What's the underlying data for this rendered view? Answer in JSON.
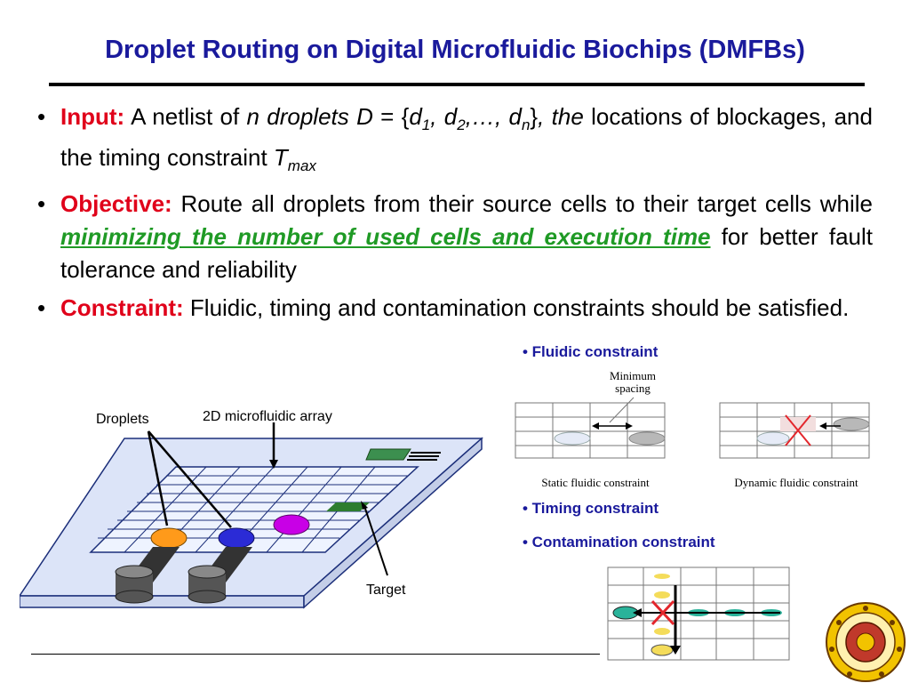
{
  "title": "Droplet Routing on Digital Microfluidic Biochips (DMFBs)",
  "bullets": {
    "input": {
      "label": "Input:",
      "t1": "A netlist of",
      "t2": "n droplets D",
      "t3": " = {",
      "t4": "d",
      "s1": "1",
      "t5": ", d",
      "s2": "2",
      "t6": ",…, d",
      "s3": "n",
      "t7": "}",
      "t8": ", the",
      "t9": "locations of blockages, and the timing constraint",
      "t10": "T",
      "s4": "max"
    },
    "objective": {
      "label": "Objective:",
      "t1": "Route all droplets from their source cells to their target cells while",
      "highlight": "minimizing the number of used cells and execution time",
      "t2": "for better fault tolerance and reliability"
    },
    "constraint": {
      "label": "Constraint:",
      "t1": "Fluidic, timing and contamination constraints should be satisfied."
    }
  },
  "sub_bullets": {
    "fluidic": "• Fluidic constraint",
    "timing": "• Timing constraint",
    "contamination": "• Contamination constraint"
  },
  "fluidic_figure": {
    "min_spacing_line1": "Minimum",
    "min_spacing_line2": "spacing",
    "static_caption": "Static fluidic constraint",
    "dynamic_caption": "Dynamic fluidic constraint"
  },
  "chip_figure": {
    "droplets_label": "Droplets",
    "array_label": "2D microfluidic array",
    "target_label": "Target"
  },
  "colors": {
    "title": "#1a1a9c",
    "keyword": "#e0001a",
    "highlight": "#1f9a25",
    "chip_edge": "#1c2f7a",
    "droplet_orange": "#ff9a1a",
    "droplet_blue": "#2b2bd6",
    "droplet_magenta": "#c800e6",
    "target_cell": "#2e7d2e",
    "contam_cyan": "#2ab39a",
    "contam_yellow": "#f4dc5a"
  },
  "icons": {
    "seal": "university-seal-icon"
  }
}
